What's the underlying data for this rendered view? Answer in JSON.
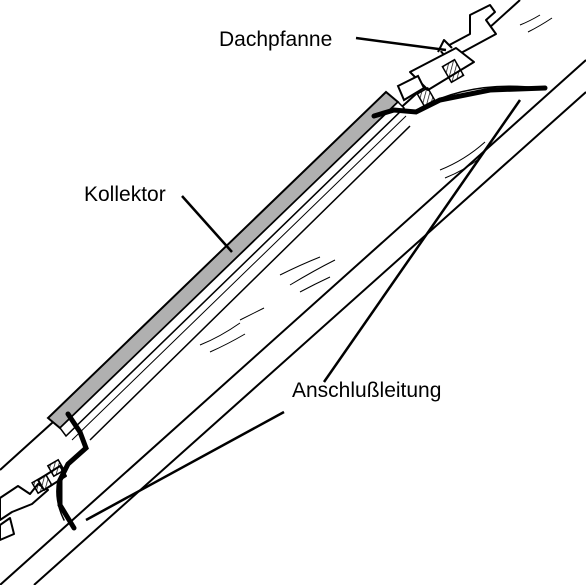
{
  "labels": {
    "roof_tile": "Dachpfanne",
    "collector": "Kollektor",
    "connection_line": "Anschlußleitung"
  },
  "colors": {
    "line": "#000000",
    "collector_fill": "#b0b0b0",
    "background": "#ffffff",
    "hatch": "#000000"
  }
}
